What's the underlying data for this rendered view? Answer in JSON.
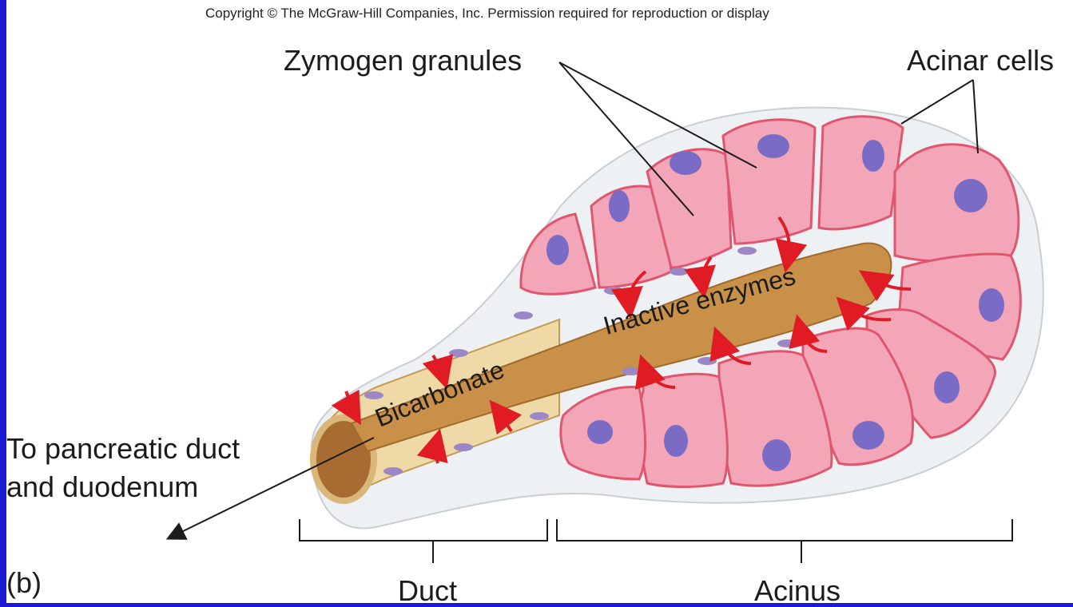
{
  "copyright": "Copyright © The McGraw-Hill Companies, Inc. Permission required for reproduction or display",
  "labels": {
    "zymogen_granules": "Zymogen granules",
    "acinar_cells": "Acinar cells",
    "to_pancreatic_line1": "To pancreatic duct",
    "to_pancreatic_line2": "and duodenum",
    "panel_letter": "(b)",
    "duct": "Duct",
    "acinus": "Acinus",
    "bicarbonate": "Bicarbonate",
    "inactive_enzymes": "Inactive enzymes"
  },
  "colors": {
    "frame": "#1a1ad6",
    "cell_fill": "#f2a6b8",
    "cell_border": "#e0566f",
    "nucleus": "#7a6cc4",
    "lumen": "#c9904a",
    "duct_wall": "#efd9a6",
    "arrow": "#e01b24"
  }
}
